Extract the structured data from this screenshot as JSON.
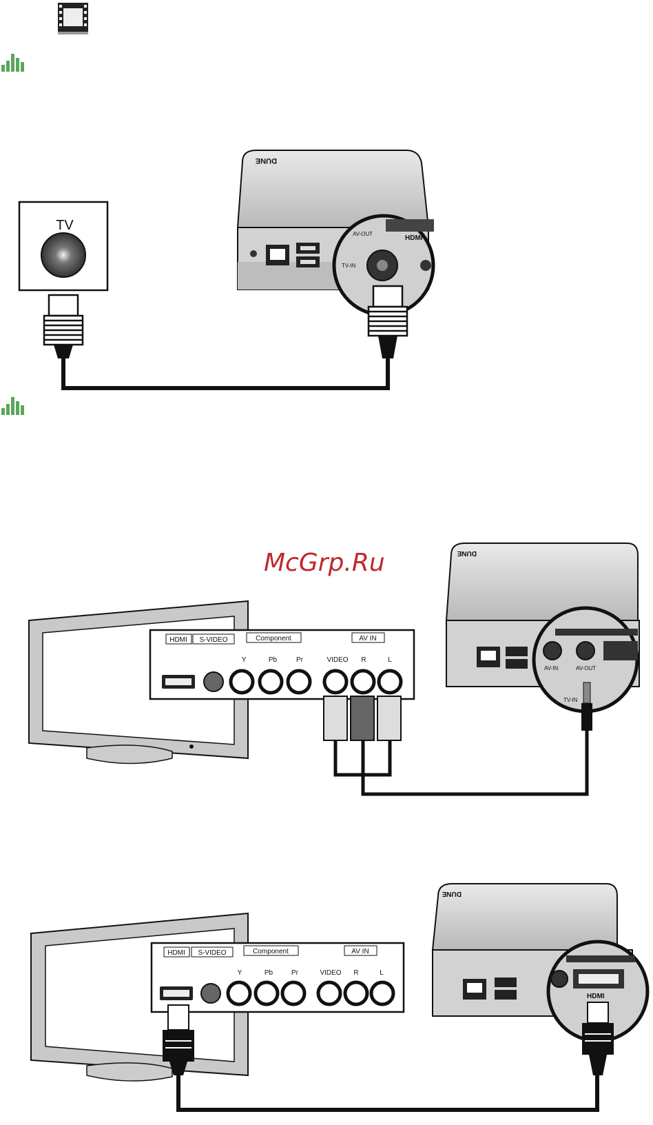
{
  "watermark": "McGrp.Ru",
  "tv_wall": {
    "label": "TV"
  },
  "player": {
    "port_av_out": "AV-OUT",
    "port_tv_in": "TV-IN",
    "port_av_in": "AV-IN",
    "port_hdmi": "HDMI"
  },
  "tv_panel": {
    "hdmi": "HDMI",
    "svideo": "S-VIDEO",
    "component": "Component",
    "av_in": "AV IN",
    "y": "Y",
    "pb": "Pb",
    "pr": "Pr",
    "video": "VIDEO",
    "r": "R",
    "l": "L"
  },
  "icons": [
    "film-icon",
    "audio-bars-icon"
  ],
  "colors": {
    "watermark": "#c0282d",
    "bars": "#5aa65a",
    "line": "#111111"
  }
}
